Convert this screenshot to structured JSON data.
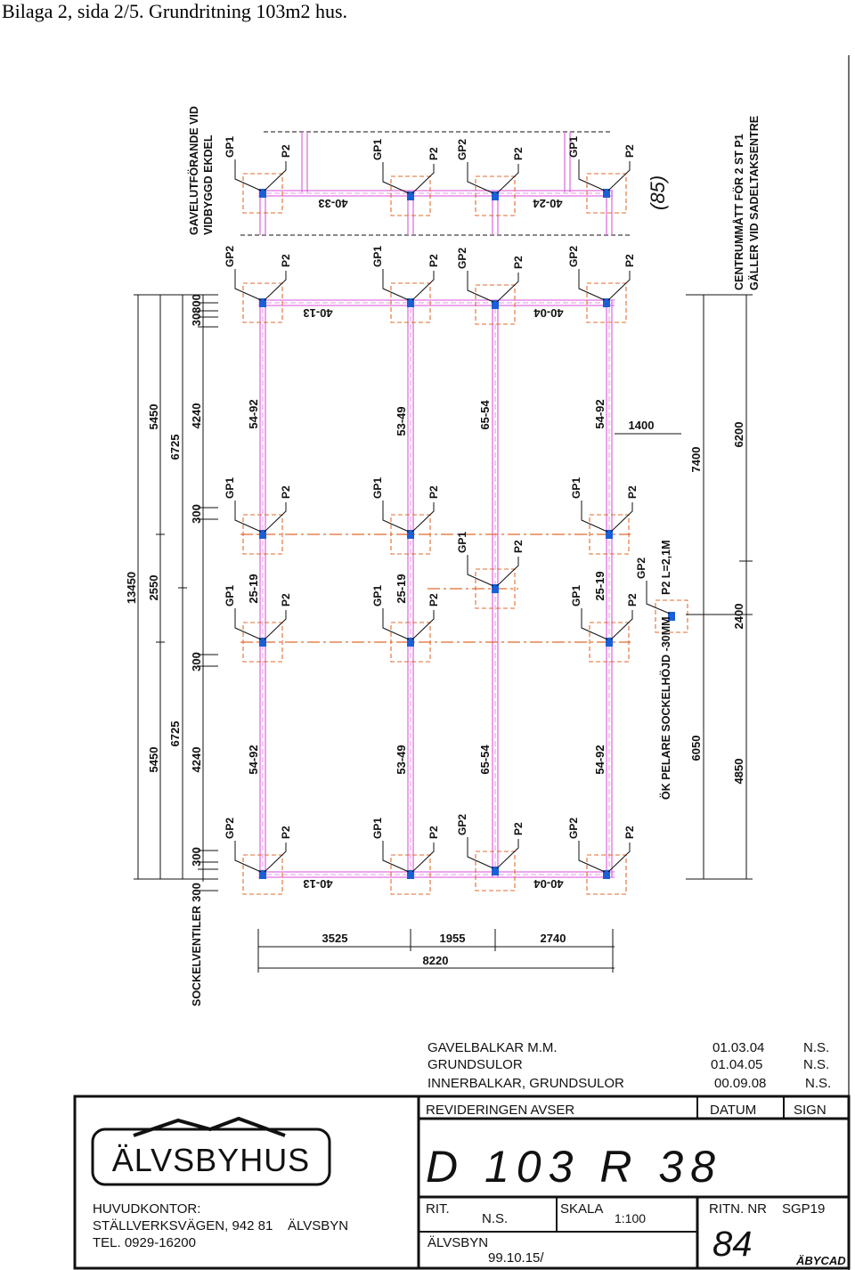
{
  "page_title": "Bilaga 2, sida 2/5. Grundritning 103m2 hus.",
  "colors": {
    "beam": "#e070e0",
    "beam_inner": "#f6c8f6",
    "post": "#1a5fd6",
    "footing": "#e26b2e",
    "ink": "#111111"
  },
  "labels": {
    "gavel_note_1": "GAVELUTFÖRANDE VID",
    "gavel_note_2": "VIDBYGGD EKDEL",
    "centre_note_1": "CENTRUMMÅTT FÖR 2 ST P1",
    "centre_note_2": "GÄLLER VID SADELTAKSENTRE",
    "paren_85": "(85)",
    "sockel_label": "SOCKELVENTILER",
    "ok_pelare": "ÖK PELARE SOCKELHÖJD -30MM",
    "p2_length": "P2 L=2,1M",
    "gp1": "GP1",
    "gp2": "GP2",
    "p2": "P2"
  },
  "beams": {
    "b4033": "40-33",
    "b4024": "40-24",
    "b4013": "40-13",
    "b4004": "40-04",
    "b5492": "54-92",
    "b5349": "53-49",
    "b6554": "65-54",
    "b2519": "25-19"
  },
  "dims": {
    "d13450": "13450",
    "d5450": "5450",
    "d2550": "2550",
    "d6725": "6725",
    "d300": "300",
    "d4240": "4240",
    "d30": "30",
    "d800": "800",
    "d1400": "1400",
    "d7400": "7400",
    "d6050": "6050",
    "d6200": "6200",
    "d2400": "2400",
    "d4850": "4850",
    "d3525": "3525",
    "d1955": "1955",
    "d2740": "2740",
    "d8220": "8220"
  },
  "revisions": [
    {
      "text": "GAVELBALKAR M.M.",
      "date": "01.03.04",
      "sign": "N.S."
    },
    {
      "text": "GRUNDSULOR",
      "date": "01.04.05",
      "sign": "N.S."
    },
    {
      "text": "INNERBALKAR, GRUNDSULOR",
      "date": "00.09.08",
      "sign": "N.S."
    }
  ],
  "title_block": {
    "rev_header": "REVIDERINGEN AVSER",
    "datum_header": "DATUM",
    "sign_header": "SIGN",
    "logo": "ÄLVSBYHUS",
    "hq_1": "HUVUDKONTOR:",
    "hq_2": "STÄLLVERKSVÄGEN, 942 81",
    "hq_2b": "ÄLVSBYN",
    "hq_3": "TEL. 0929-16200",
    "drawing_code": "D 103 R 38",
    "rit_label": "RIT.",
    "rit_value": "N.S.",
    "skala_label": "SKALA",
    "skala_value": "1:100",
    "ritn_label": "RITN. NR",
    "ritn_value": "SGP19",
    "place": "ÄLVSBYN",
    "date": "99.10.15/",
    "number": "84",
    "cad": "ÄBYCAD"
  }
}
